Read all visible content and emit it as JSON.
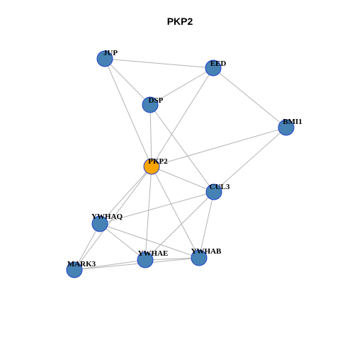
{
  "title": "PKP2",
  "colors": {
    "node_fill": "#4682b4",
    "node_border": "#1f3fd0",
    "center_fill": "#ffa500",
    "edge": "#b3b3b3"
  },
  "nodes": [
    {
      "id": "JUP",
      "label": "JUP",
      "center": false
    },
    {
      "id": "EED",
      "label": "EED",
      "center": false
    },
    {
      "id": "DSP",
      "label": "DSP",
      "center": false
    },
    {
      "id": "BMI1",
      "label": "BMI1",
      "center": false
    },
    {
      "id": "PKP2",
      "label": "PKP2",
      "center": true
    },
    {
      "id": "CUL3",
      "label": "CUL3",
      "center": false
    },
    {
      "id": "YWHAQ",
      "label": "YWHAQ",
      "center": false
    },
    {
      "id": "YWHAE",
      "label": "YWHAE",
      "center": false
    },
    {
      "id": "YWHAB",
      "label": "YWHAB",
      "center": false
    },
    {
      "id": "MARK3",
      "label": "MARK3",
      "center": false
    }
  ],
  "edges": [
    [
      "JUP",
      "EED"
    ],
    [
      "JUP",
      "DSP"
    ],
    [
      "JUP",
      "PKP2"
    ],
    [
      "EED",
      "DSP"
    ],
    [
      "EED",
      "PKP2"
    ],
    [
      "EED",
      "BMI1"
    ],
    [
      "DSP",
      "PKP2"
    ],
    [
      "DSP",
      "CUL3"
    ],
    [
      "BMI1",
      "PKP2"
    ],
    [
      "BMI1",
      "CUL3"
    ],
    [
      "PKP2",
      "CUL3"
    ],
    [
      "PKP2",
      "YWHAQ"
    ],
    [
      "PKP2",
      "YWHAE"
    ],
    [
      "PKP2",
      "YWHAB"
    ],
    [
      "PKP2",
      "MARK3"
    ],
    [
      "CUL3",
      "YWHAQ"
    ],
    [
      "CUL3",
      "YWHAE"
    ],
    [
      "CUL3",
      "YWHAB"
    ],
    [
      "YWHAQ",
      "YWHAE"
    ],
    [
      "YWHAQ",
      "YWHAB"
    ],
    [
      "YWHAQ",
      "MARK3"
    ],
    [
      "YWHAE",
      "YWHAB"
    ],
    [
      "YWHAE",
      "MARK3"
    ],
    [
      "MARK3",
      "YWHAB"
    ]
  ]
}
